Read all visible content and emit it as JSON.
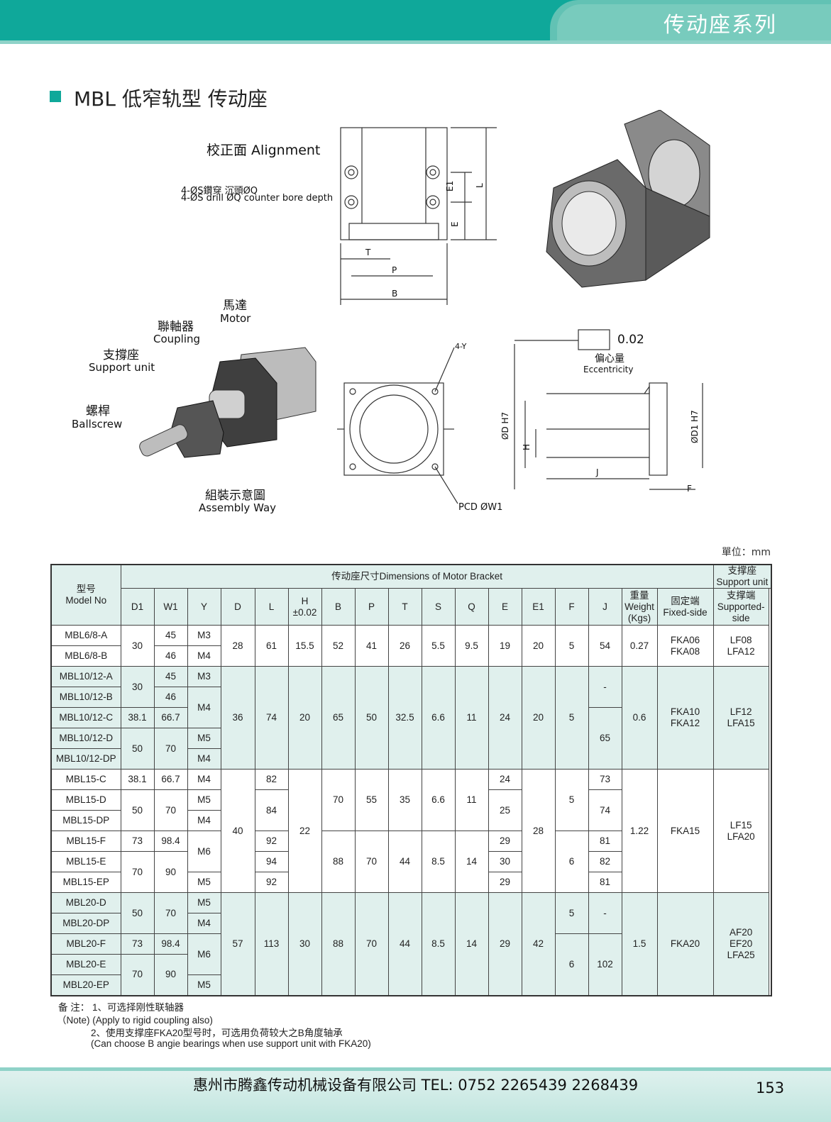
{
  "header": {
    "series_title": "传动座系列"
  },
  "section": {
    "title": "MBL 低窄轨型 传动座"
  },
  "drawing_labels": {
    "alignment": "校正面 Alignment",
    "hole_cn": "4-ØS鑽穿  沉頭ØQ",
    "hole_en": "4-ØS drill ØQ counter bore depth",
    "E1": "E1",
    "E": "E",
    "L": "L",
    "T": "T",
    "P": "P",
    "B": "B",
    "motor_cn": "馬達",
    "motor_en": "Motor",
    "coupling_cn": "聯軸器",
    "coupling_en": "Coupling",
    "support_cn": "支撐座",
    "support_en": "Support unit",
    "ballscrew_cn": "螺桿",
    "ballscrew_en": "Ballscrew",
    "assembly_cn": "組裝示意圖",
    "assembly_en": "Assembly Way",
    "y4": "4-Y",
    "pcd": "PCD  ØW1",
    "tol": "0.02",
    "ecc_cn": "偏心量",
    "ecc_en": "Eccentricity",
    "odh7": "ØD  H7",
    "h": "H",
    "j": "J",
    "f": "F",
    "od1h7": "ØD1  H7"
  },
  "unit": "單位：mm",
  "table": {
    "group_header": "传动座尺寸Dimensions of Motor Bracket",
    "support_header": "支撑座  Support unit",
    "model_cn": "型号",
    "model_en": "Model No",
    "cols": [
      "D1",
      "W1",
      "Y",
      "D",
      "L",
      "B",
      "P",
      "T",
      "S",
      "Q",
      "E",
      "E1",
      "F",
      "J"
    ],
    "h_label": "H",
    "h_tol": "±0.02",
    "weight_cn": "重量",
    "weight_en": "Weight",
    "weight_unit": "(Kgs)",
    "fixed_cn": "固定端",
    "fixed_en": "Fixed-side",
    "supported_cn": "支撑端",
    "supported_en": "Supported-",
    "supported_en2": "side",
    "r1": {
      "m1": "MBL6/8-A",
      "m2": "MBL6/8-B",
      "d1": "30",
      "w1a": "45",
      "w1b": "46",
      "ya": "M3",
      "yb": "M4",
      "d": "28",
      "l": "61",
      "h": "15.5",
      "b": "52",
      "p": "41",
      "t": "26",
      "s": "5.5",
      "q": "9.5",
      "e": "19",
      "e1": "20",
      "f": "5",
      "j": "54",
      "wt": "0.27",
      "fx1": "FKA06",
      "fx2": "FKA08",
      "sp1": "LF08",
      "sp2": "LFA12"
    },
    "r2": {
      "m1": "MBL10/12-A",
      "m2": "MBL10/12-B",
      "m3": "MBL10/12-C",
      "m4": "MBL10/12-D",
      "m5": "MBL10/12-DP",
      "d1a": "30",
      "d1c": "38.1",
      "d1d": "50",
      "w1a": "45",
      "w1b": "46",
      "w1c": "66.7",
      "w1d": "70",
      "ya": "M3",
      "yb": "M4",
      "yd": "M5",
      "ydp": "M4",
      "d": "36",
      "l": "74",
      "h": "20",
      "b": "65",
      "p": "50",
      "t": "32.5",
      "s": "6.6",
      "q": "11",
      "e": "24",
      "e1": "20",
      "f": "5",
      "ja": "-",
      "jd": "65",
      "wt": "0.6",
      "fx1": "FKA10",
      "fx2": "FKA12",
      "sp1": "LF12",
      "sp2": "LFA15"
    },
    "r3": {
      "m1": "MBL15-C",
      "m2": "MBL15-D",
      "m3": "MBL15-DP",
      "m4": "MBL15-F",
      "m5": "MBL15-E",
      "m6": "MBL15-EP",
      "d1c": "38.1",
      "d1d": "50",
      "d1f": "73",
      "d1e": "70",
      "w1c": "66.7",
      "w1d": "70",
      "w1f": "98.4",
      "w1e": "90",
      "yc": "M4",
      "yd": "M5",
      "ydp": "M4",
      "yf": "M6",
      "yep": "M5",
      "d": "40",
      "lc": "82",
      "ld": "84",
      "lf": "92",
      "le": "94",
      "lep": "92",
      "h": "22",
      "b1": "70",
      "p1": "55",
      "t1": "35",
      "s1": "6.6",
      "q1": "11",
      "b2": "88",
      "p2": "70",
      "t2": "44",
      "s2": "8.5",
      "q2": "14",
      "ec": "24",
      "ed": "25",
      "ef": "29",
      "ee": "30",
      "eep": "29",
      "e1": "28",
      "f1": "5",
      "f2": "6",
      "jc": "73",
      "jd": "74",
      "jf": "81",
      "je": "82",
      "jep": "81",
      "wt": "1.22",
      "fx": "FKA15",
      "sp1": "LF15",
      "sp2": "LFA20"
    },
    "r4": {
      "m1": "MBL20-D",
      "m2": "MBL20-DP",
      "m3": "MBL20-F",
      "m4": "MBL20-E",
      "m5": "MBL20-EP",
      "d1d": "50",
      "d1f": "73",
      "d1e": "70",
      "w1d": "70",
      "w1f": "98.4",
      "w1e": "90",
      "yd": "M5",
      "ydp": "M4",
      "yf": "M6",
      "yep": "M5",
      "d": "57",
      "l": "113",
      "h": "30",
      "b": "88",
      "p": "70",
      "t": "44",
      "s": "8.5",
      "q": "14",
      "e": "29",
      "e1": "42",
      "f1": "5",
      "f2": "6",
      "j1": "-",
      "j2": "102",
      "wt": "1.5",
      "fx": "FKA20",
      "sp1": "AF20",
      "sp2": "EF20",
      "sp3": "LFA25"
    }
  },
  "notes": {
    "n1": "备  注：  1、可选择刚性联轴器",
    "n2": "（Note)    (Apply to rigid coupling also)",
    "n3": "2、使用支撑座FKA20型号时，可选用负荷较大之B角度轴承",
    "n4": "(Can choose B angie bearings when use support unit with FKA20)"
  },
  "footer": {
    "company": "惠州市腾鑫传动机械设备有限公司   TEL: 0752  2265439  2268439",
    "page": "153"
  },
  "colors": {
    "teal": "#0fa89a",
    "table_tint": "#e0f0ed"
  }
}
